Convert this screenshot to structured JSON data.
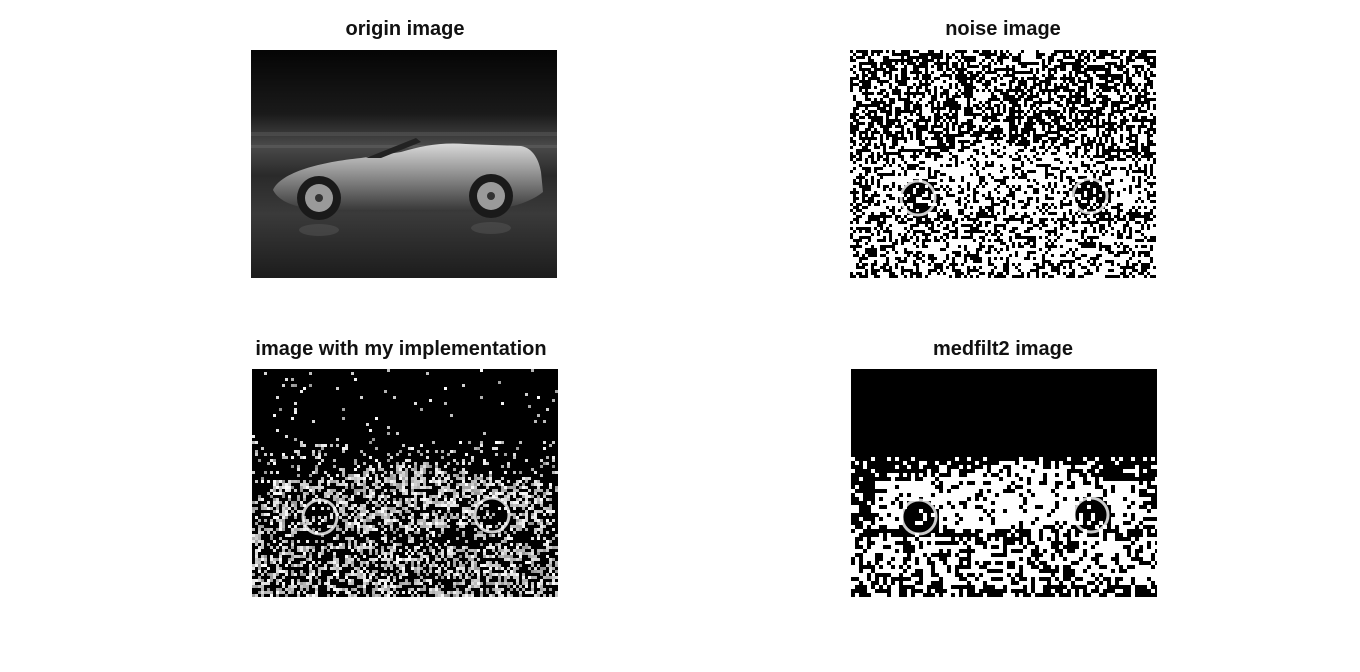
{
  "figure": {
    "panels": [
      {
        "title": "origin image",
        "content": "grayscale photo of convertible sports car"
      },
      {
        "title": "noise image",
        "content": "salt-and-pepper noisy car image"
      },
      {
        "title": "image with my implementation",
        "content": "partially denoised car image"
      },
      {
        "title": "medfilt2 image",
        "content": "median-filtered car image"
      }
    ]
  }
}
